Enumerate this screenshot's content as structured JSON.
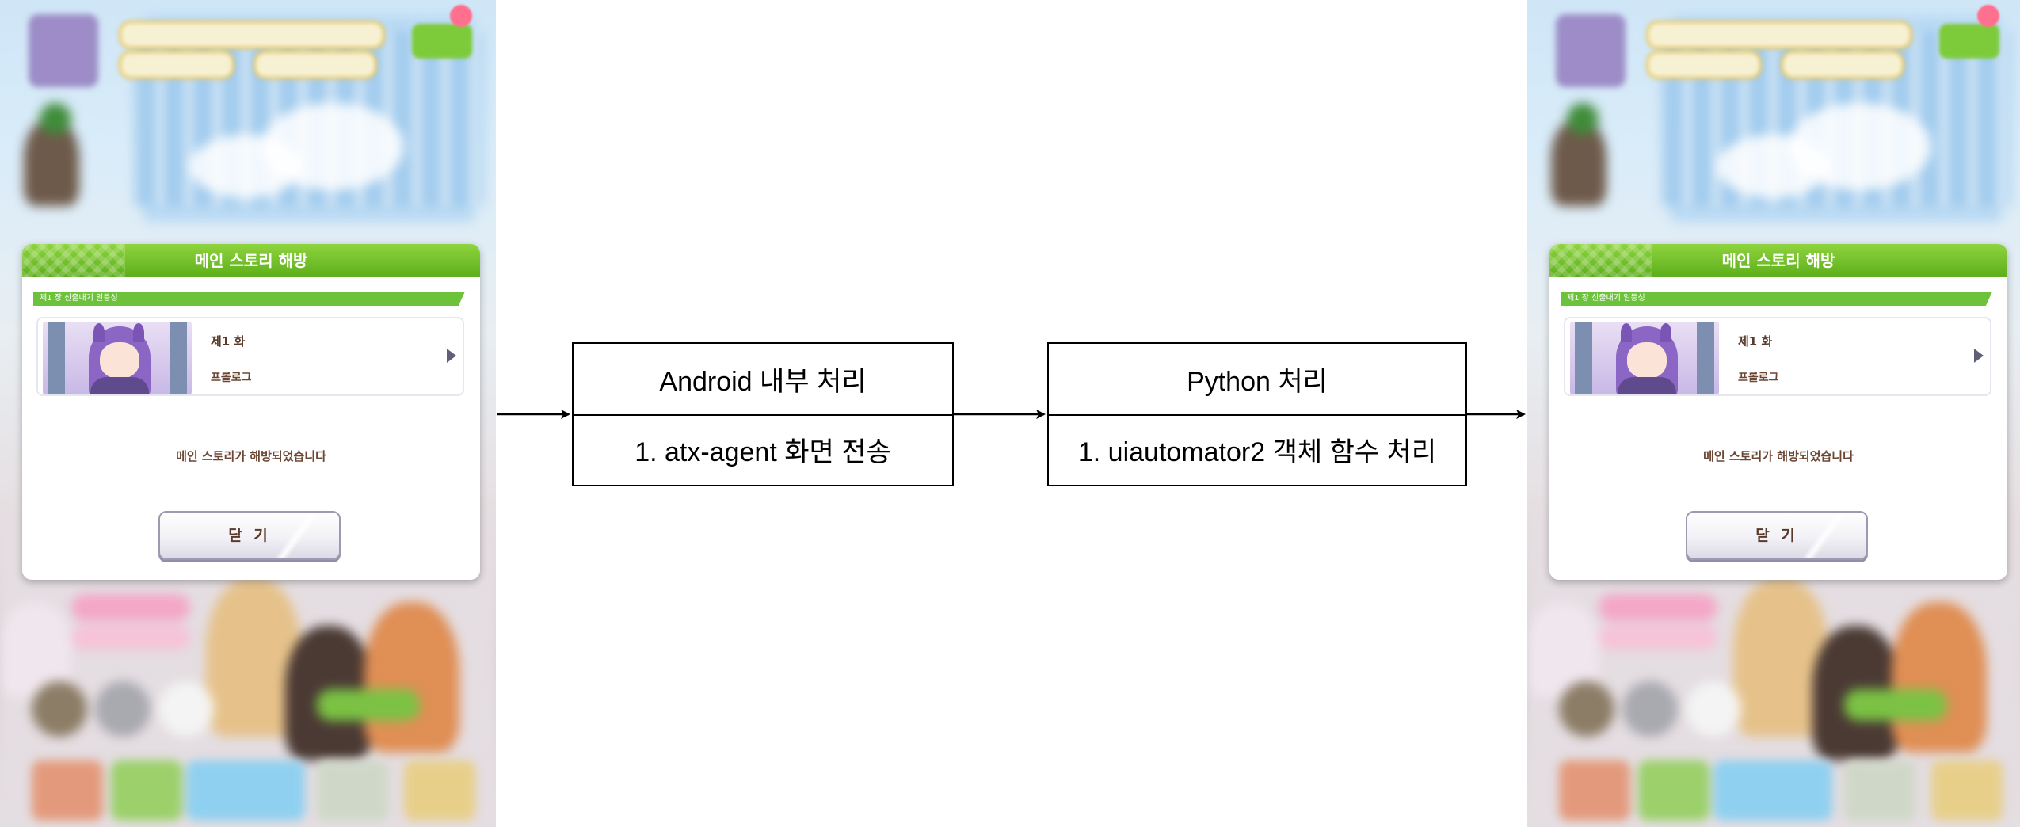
{
  "screenshots": {
    "left": {
      "modal_title": "메인 스토리 해방",
      "chapter_label": "제1 장 신출내기 일등성",
      "episode_title": "제1 화",
      "episode_subtitle": "프롤로그",
      "message": "메인 스토리가 해방되었습니다",
      "close_button": "닫 기"
    },
    "right": {
      "modal_title": "메인 스토리 해방",
      "chapter_label": "제1 장 신출내기 일등성",
      "episode_title": "제1 화",
      "episode_subtitle": "프롤로그",
      "message": "메인 스토리가 해방되었습니다",
      "close_button": "닫 기"
    }
  },
  "diagram": {
    "android_box": {
      "title": "Android 내부 처리",
      "step": "1. atx-agent 화면 전송"
    },
    "python_box": {
      "title": "Python 처리",
      "step": "1. uiautomator2 객체 함수 처리"
    }
  },
  "colors": {
    "modal_header": "#6dbf2a",
    "chapter_bar": "#6cc23a",
    "diagram_stroke": "#000000"
  }
}
